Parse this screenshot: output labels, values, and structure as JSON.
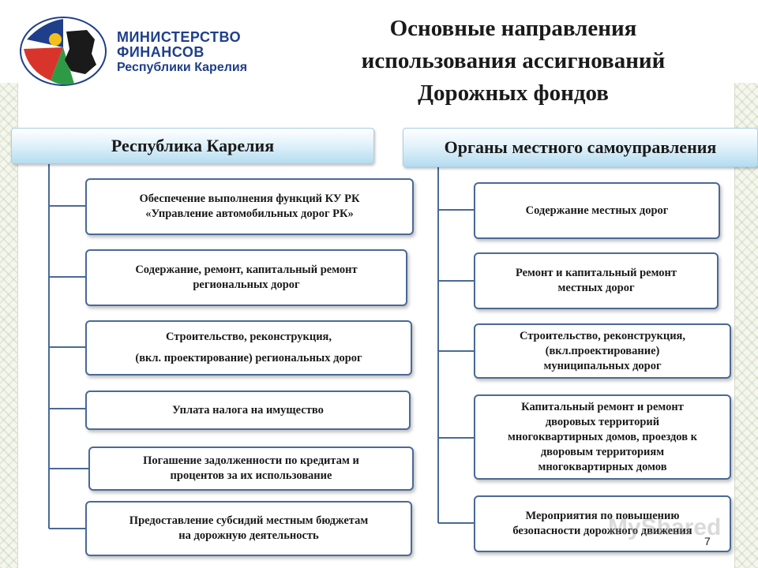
{
  "logo": {
    "line1": "МИНИСТЕРСТВО",
    "line2": "ФИНАНСОВ",
    "line3": "Республики Карелия",
    "colors": {
      "blue": "#1f3f8a",
      "red": "#d9342b",
      "green": "#2f9a45",
      "sun": "#f2c018"
    }
  },
  "title": {
    "line1": "Основные направления",
    "line2": "использования ассигнований",
    "line3": "Дорожных фондов"
  },
  "left": {
    "header": "Республика Карелия",
    "items": [
      {
        "lines": [
          "Обеспечение выполнения функций КУ РК",
          "«Управление автомобильных дорог РК»"
        ]
      },
      {
        "lines": [
          "Содержание, ремонт, капитальный ремонт",
          "региональных дорог"
        ]
      },
      {
        "lines": [
          "Строительство, реконструкция,",
          "(вкл. проектирование) региональных дорог"
        ]
      },
      {
        "lines": [
          "Уплата налога на имущество"
        ]
      },
      {
        "lines": [
          "Погашение задолженности по кредитам и",
          "процентов за их использование"
        ]
      },
      {
        "lines": [
          "Предоставление субсидий местным бюджетам",
          "на дорожную деятельность"
        ]
      }
    ]
  },
  "right": {
    "header": "Органы местного самоуправления",
    "items": [
      {
        "lines": [
          "Содержание местных дорог"
        ]
      },
      {
        "lines": [
          "Ремонт и  капитальный ремонт",
          "местных дорог"
        ]
      },
      {
        "lines": [
          "Строительство, реконструкция,",
          "(вкл.проектирование)",
          "муниципальных дорог"
        ]
      },
      {
        "lines": [
          "Капитальный ремонт и ремонт",
          "дворовых территорий",
          "многоквартирных домов, проездов к",
          "дворовым территориям",
          "многоквартирных домов"
        ]
      },
      {
        "lines": [
          "Мероприятия по  повышению",
          "безопасности  дорожного движения"
        ]
      }
    ]
  },
  "watermark": "MyShared",
  "page_number": "7"
}
